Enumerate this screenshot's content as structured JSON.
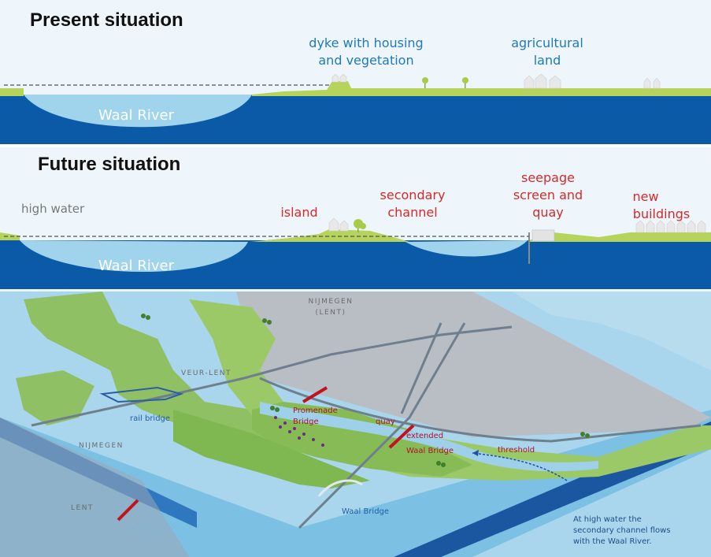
{
  "present": {
    "title": "Present situation",
    "label_dyke_1": "dyke with housing",
    "label_dyke_2": "and vegetation",
    "label_agri_1": "agricultural",
    "label_agri_2": "land",
    "river": "Waal River"
  },
  "future": {
    "title": "Future situation",
    "high_water": "high water",
    "island": "island",
    "secondary_1": "secondary",
    "secondary_2": "channel",
    "seepage_1": "seepage",
    "seepage_2": "screen and",
    "seepage_3": "quay",
    "new_1": "new",
    "new_2": "buildings",
    "river": "Waal River"
  },
  "map": {
    "nijmegen_lent_1": "NIJMEGEN",
    "nijmegen_lent_2": "(LENT)",
    "veur_lent": "VEUR-LENT",
    "nijmegen": "NIJMEGEN",
    "lent": "LENT",
    "rail_bridge": "rail bridge",
    "promenade_1": "Promenade",
    "promenade_2": "Bridge",
    "quay": "quay",
    "extended_1": "extended",
    "extended_2": "Waal Bridge",
    "threshold": "threshold",
    "waal_bridge": "Waal Bridge",
    "note_1": "At high water the",
    "note_2": "secondary channel flows",
    "note_3": "with the Waal River."
  },
  "colors": {
    "river_dark": "#0b5aa8",
    "river_light": "#9fd4ec",
    "land_green": "#b6d45c",
    "label_blue": "#1f7ab8",
    "label_red": "#d62a2a"
  }
}
